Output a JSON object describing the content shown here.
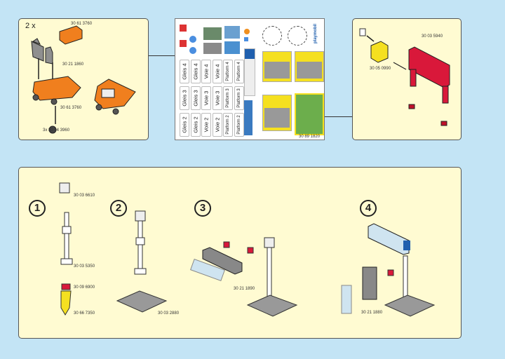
{
  "panel_cart": {
    "quantity": "2 x",
    "parts": [
      "30 61 3760",
      "30 21 1860",
      "30 61 3760",
      "3x  30 04 3960"
    ]
  },
  "sticker_sheet": {
    "stickers": [
      [
        "Gleis 4",
        "Gleis 4",
        "Voie 4",
        "Voie 4",
        "Platform 4",
        "Platform 4"
      ],
      [
        "Gleis 3",
        "Gleis 3",
        "Voie 3",
        "Voie 3",
        "Platform 3",
        "Platform 3"
      ],
      [
        "Gleis 2",
        "Gleis 2",
        "Voie 2",
        "Voie 2",
        "Platform 2",
        "Platform 2"
      ]
    ],
    "brand": "playmobil",
    "part_number": "30 89 1820"
  },
  "panel_board": {
    "parts": [
      "30 03 5940",
      "30 05 0990"
    ]
  },
  "steps": [
    {
      "number": "1",
      "parts": [
        "30 03 6610",
        "30 03 5350",
        "30 09 6900",
        "30 66 7350"
      ]
    },
    {
      "number": "2",
      "parts": [
        "30 03 2880"
      ]
    },
    {
      "number": "3",
      "parts": [
        "30 21 1890"
      ]
    },
    {
      "number": "4",
      "parts": [
        "30 21 1880"
      ]
    }
  ],
  "colors": {
    "background": "#c3e4f5",
    "panel": "#fffbd2",
    "orange": "#f07f1e",
    "red": "#d9183a",
    "yellow": "#f5e020",
    "gray": "#9a9a9a"
  }
}
